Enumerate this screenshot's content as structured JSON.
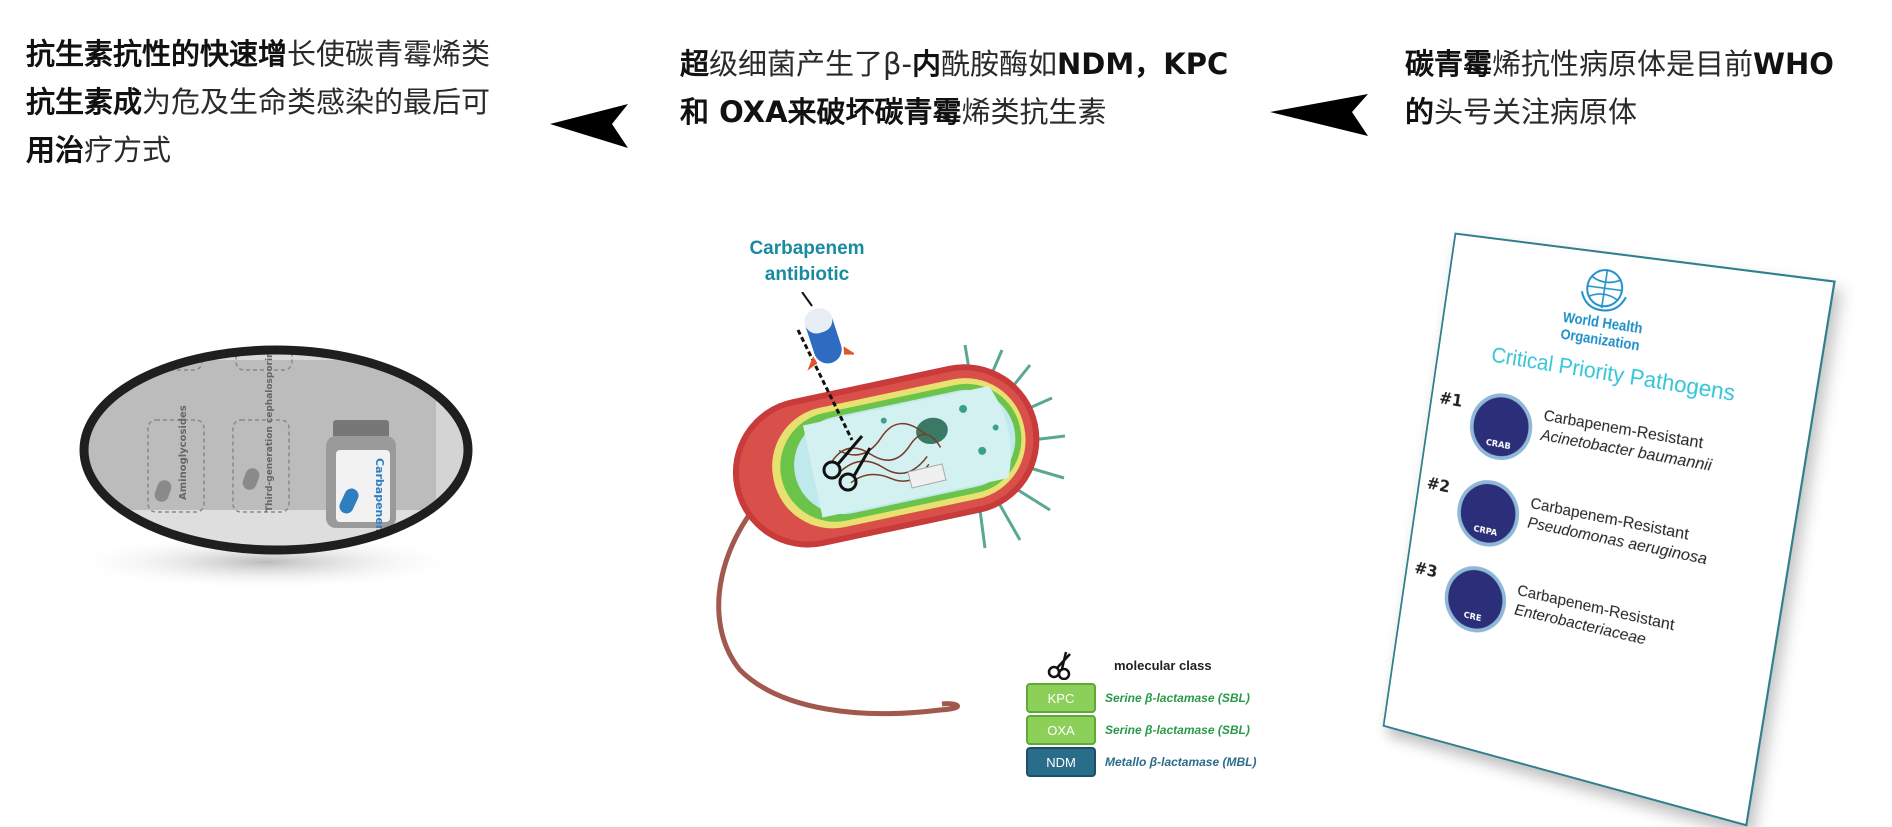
{
  "captions": {
    "step1": {
      "line1_bold": "抗生素抗性的快速增",
      "line1_rest": "长使碳青霉烯类",
      "line2_bold": "抗生素成",
      "line2_rest": "为危及生命类感染的最后可",
      "line3_bold": "用治",
      "line3_rest": "疗方式"
    },
    "step2": {
      "line1_bold": "超",
      "line1_mid": "级细菌产生了β-",
      "line1_bold2": "内",
      "line1_rest": "酰胺酶如",
      "line1_bold3": "NDM，KPC",
      "line2_bold": "和 OXA来破坏碳青霉",
      "line2_rest": "烯类抗生素"
    },
    "step3": {
      "line1_bold": "碳青霉",
      "line1_rest": "烯抗性病原体是目前",
      "line1_bold2": "WHO",
      "line2_bold": "的",
      "line2_rest": "头号关注病原体"
    }
  },
  "shelf": {
    "vial_labels": [
      "Aminoglycosides",
      "Third-generation cephalosporins",
      "Carbapenems"
    ]
  },
  "bacterium": {
    "antibiotic_label_line1": "Carbapenem",
    "antibiotic_label_line2": "antibiotic"
  },
  "legend": {
    "header": "molecular class",
    "rows": [
      {
        "enzyme": "KPC",
        "class": "Serine β-lactamase (SBL)",
        "color": "#8cd05a",
        "text_color": "#2a9a4a"
      },
      {
        "enzyme": "OXA",
        "class": "Serine β-lactamase (SBL)",
        "color": "#8cd05a",
        "text_color": "#2a9a4a"
      },
      {
        "enzyme": "NDM",
        "class": "Metallo β-lactamase (MBL)",
        "color": "#2a6d8a",
        "text_color": "#2a6d8a"
      }
    ]
  },
  "who_card": {
    "org_line1": "World Health",
    "org_line2": "Organization",
    "title": "Critical Priority Pathogens",
    "items": [
      {
        "rank": "#1",
        "abbr": "CRAB",
        "line1": "Carbapenem-Resistant",
        "line2": "Acinetobacter baumannii"
      },
      {
        "rank": "#2",
        "abbr": "CRPA",
        "line1": "Carbapenem-Resistant",
        "line2": "Pseudomonas aeruginosa"
      },
      {
        "rank": "#3",
        "abbr": "CRE",
        "line1": "Carbapenem-Resistant",
        "line2": "Enterobacteriaceae"
      }
    ]
  },
  "colors": {
    "teal": "#1a8aa0",
    "who_blue": "#1f8fc8",
    "badge_navy": "#2b2f7a"
  }
}
